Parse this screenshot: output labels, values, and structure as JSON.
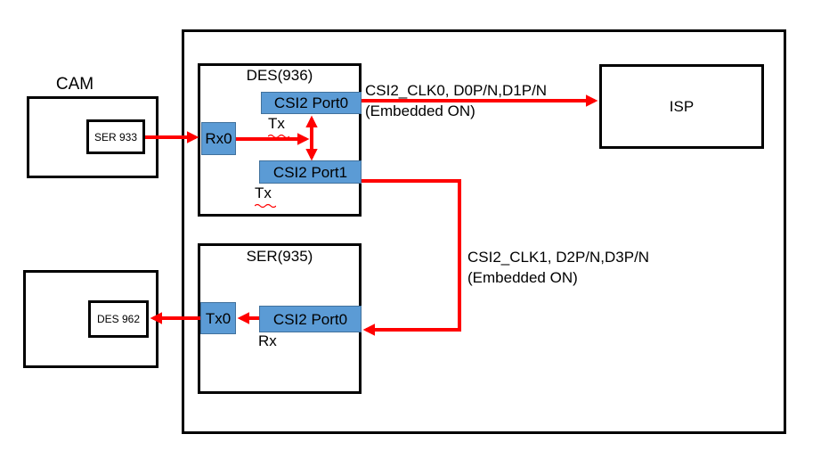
{
  "colors": {
    "background": "#FFFFFF",
    "text": "#000000",
    "box_border": "#000000",
    "port_fill": "#5B9BD5",
    "port_border": "#41719C",
    "arrow": "#FF0000"
  },
  "camera_module": {
    "label": "CAM",
    "serializer_chip": "SER 933"
  },
  "deserializer_936": {
    "title": "DES(936)",
    "rx_port": "Rx0",
    "csi2_port0": "CSI2 Port0",
    "csi2_port0_dir": "Tx",
    "csi2_port1": "CSI2 Port1",
    "csi2_port1_dir": "Tx"
  },
  "serializer_935": {
    "title": "SER(935)",
    "tx_port": "Tx0",
    "csi2_port0": "CSI2 Port0",
    "csi2_port0_dir": "Rx"
  },
  "isp": {
    "label": "ISP"
  },
  "deserializer_962": {
    "chip": "DES 962"
  },
  "link_clk0": {
    "line1": "CSI2_CLK0, D0P/N,D1P/N",
    "line2": "(Embedded ON)"
  },
  "link_clk1": {
    "line1": "CSI2_CLK1, D2P/N,D3P/N",
    "line2": "(Embedded ON)"
  }
}
